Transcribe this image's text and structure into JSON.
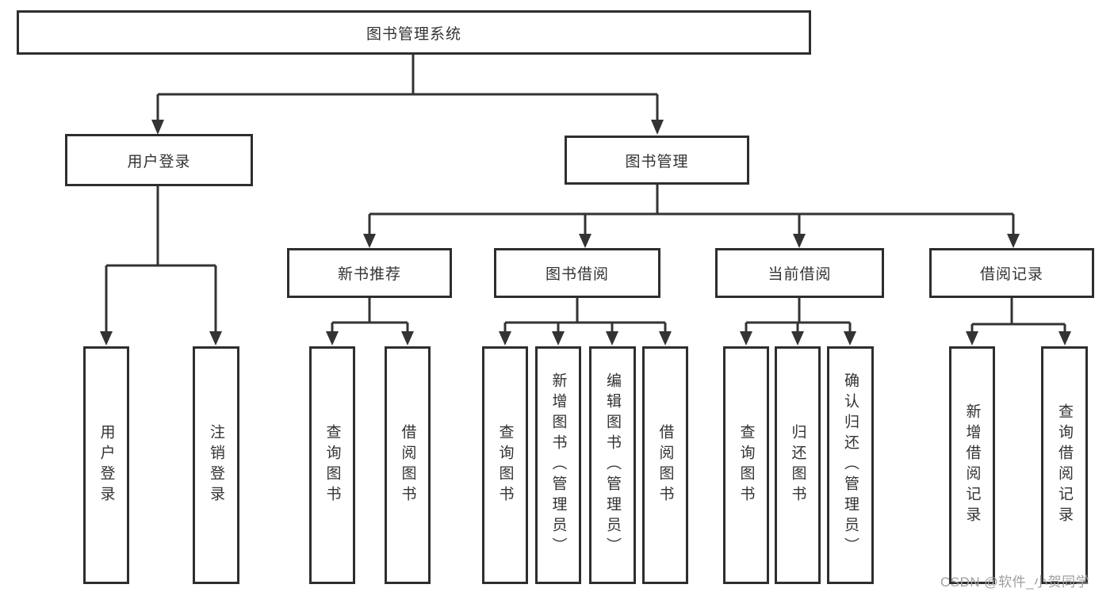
{
  "colors": {
    "line": "#333333",
    "box_border": "#2e2e2e",
    "text": "#333333",
    "background": "#ffffff",
    "watermark_gray": "#9e9e9e"
  },
  "diagram": {
    "title_node": {
      "label": "图书管理系统"
    },
    "level2": [
      {
        "id": "user-login",
        "label": "用户登录"
      },
      {
        "id": "book-management",
        "label": "图书管理"
      }
    ],
    "level3": [
      {
        "id": "new-book-recommend",
        "label": "新书推荐"
      },
      {
        "id": "book-borrow",
        "label": "图书借阅"
      },
      {
        "id": "current-borrow",
        "label": "当前借阅"
      },
      {
        "id": "borrow-records",
        "label": "借阅记录"
      }
    ],
    "leaves": [
      {
        "id": "user-login-leaf",
        "parent": "用户登录",
        "label": "用户登录"
      },
      {
        "id": "logout",
        "parent": "用户登录",
        "label": "注销登录"
      },
      {
        "id": "query-books-recommend",
        "parent": "新书推荐",
        "label": "查询图书"
      },
      {
        "id": "borrow-books-recommend",
        "parent": "新书推荐",
        "label": "借阅图书"
      },
      {
        "id": "query-books-borrow",
        "parent": "图书借阅",
        "label": "查询图书"
      },
      {
        "id": "add-books-admin",
        "parent": "图书借阅",
        "label": "新增图书（管理员）"
      },
      {
        "id": "edit-books-admin",
        "parent": "图书借阅",
        "label": "编辑图书（管理员）"
      },
      {
        "id": "borrow-books",
        "parent": "图书借阅",
        "label": "借阅图书"
      },
      {
        "id": "query-books-current",
        "parent": "当前借阅",
        "label": "查询图书"
      },
      {
        "id": "return-books",
        "parent": "当前借阅",
        "label": "归还图书"
      },
      {
        "id": "confirm-return-admin",
        "parent": "当前借阅",
        "label": "确认归还（管理员）"
      },
      {
        "id": "add-borrow-record",
        "parent": "借阅记录",
        "label": "新增借阅记录"
      },
      {
        "id": "query-borrow-record",
        "parent": "借阅记录",
        "label": "查询借阅记录"
      }
    ],
    "watermark": {
      "text": "CSDN @软件_小贺同学"
    }
  }
}
